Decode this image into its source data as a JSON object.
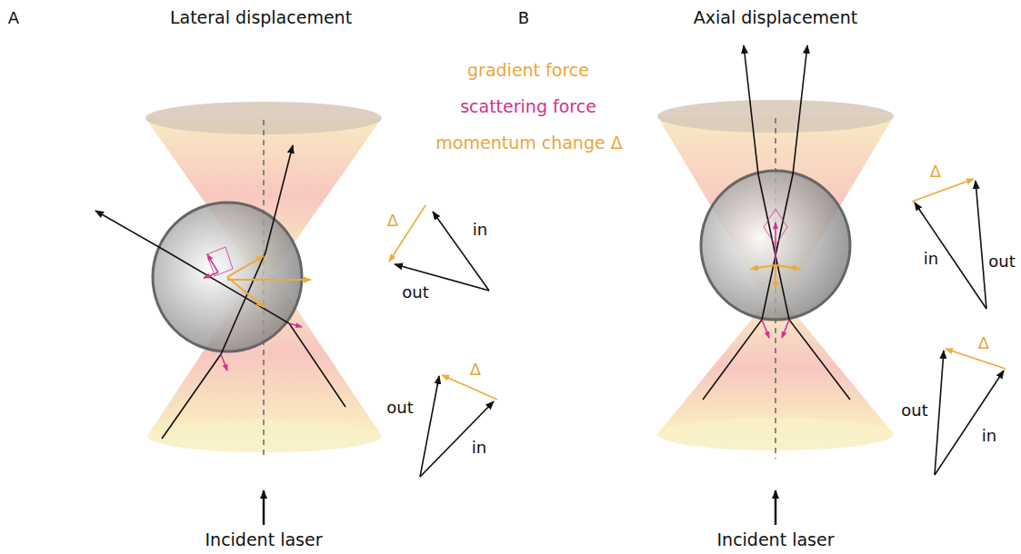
{
  "diagram": {
    "labels": [
      "A",
      "Lateral displacement",
      "B",
      "Axial displacement",
      "gradient force",
      "scattering force",
      "momentum change Δ",
      "Δ",
      "in",
      "out",
      "out",
      "in",
      "Δ",
      "Incident laser",
      "Δ",
      "out",
      "in",
      "out",
      "in",
      "Δ",
      "Incident laser"
    ]
  }
}
